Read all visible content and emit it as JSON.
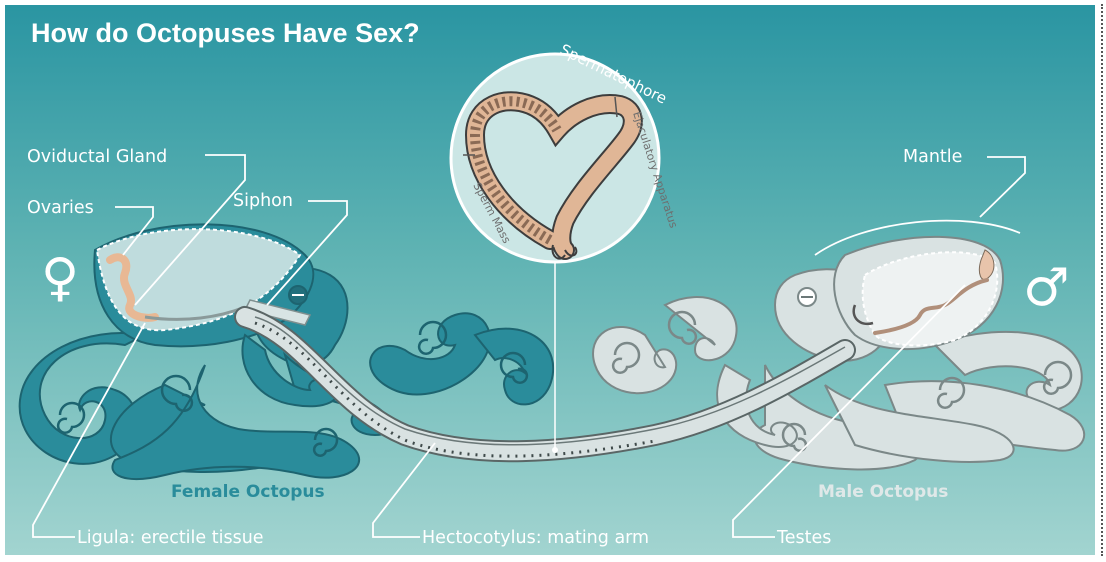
{
  "title": "How do Octopuses Have Sex?",
  "labels": {
    "oviductal_gland": "Oviductal Gland",
    "ovaries": "Ovaries",
    "siphon": "Siphon",
    "mantle": "Mantle",
    "ligula": "Ligula: erectile tissue",
    "hectocotylus": "Hectocotylus: mating arm",
    "testes": "Testes",
    "female": "Female Octopus",
    "male": "Male Octopus"
  },
  "inset": {
    "spermatophore": "Spermatophore",
    "sperm_mass": "Sperm Mass",
    "ejaculatory_apparatus": "Ejaculatory Apparatus"
  },
  "symbols": {
    "female": "♀",
    "male": "♂"
  },
  "colors": {
    "background_top": "#2a95a2",
    "background_bottom": "#9ed2cf",
    "female_octopus": "#2a8c9b",
    "male_octopus": "#d9e2e2",
    "spermatophore_fill": "#e0b696"
  }
}
